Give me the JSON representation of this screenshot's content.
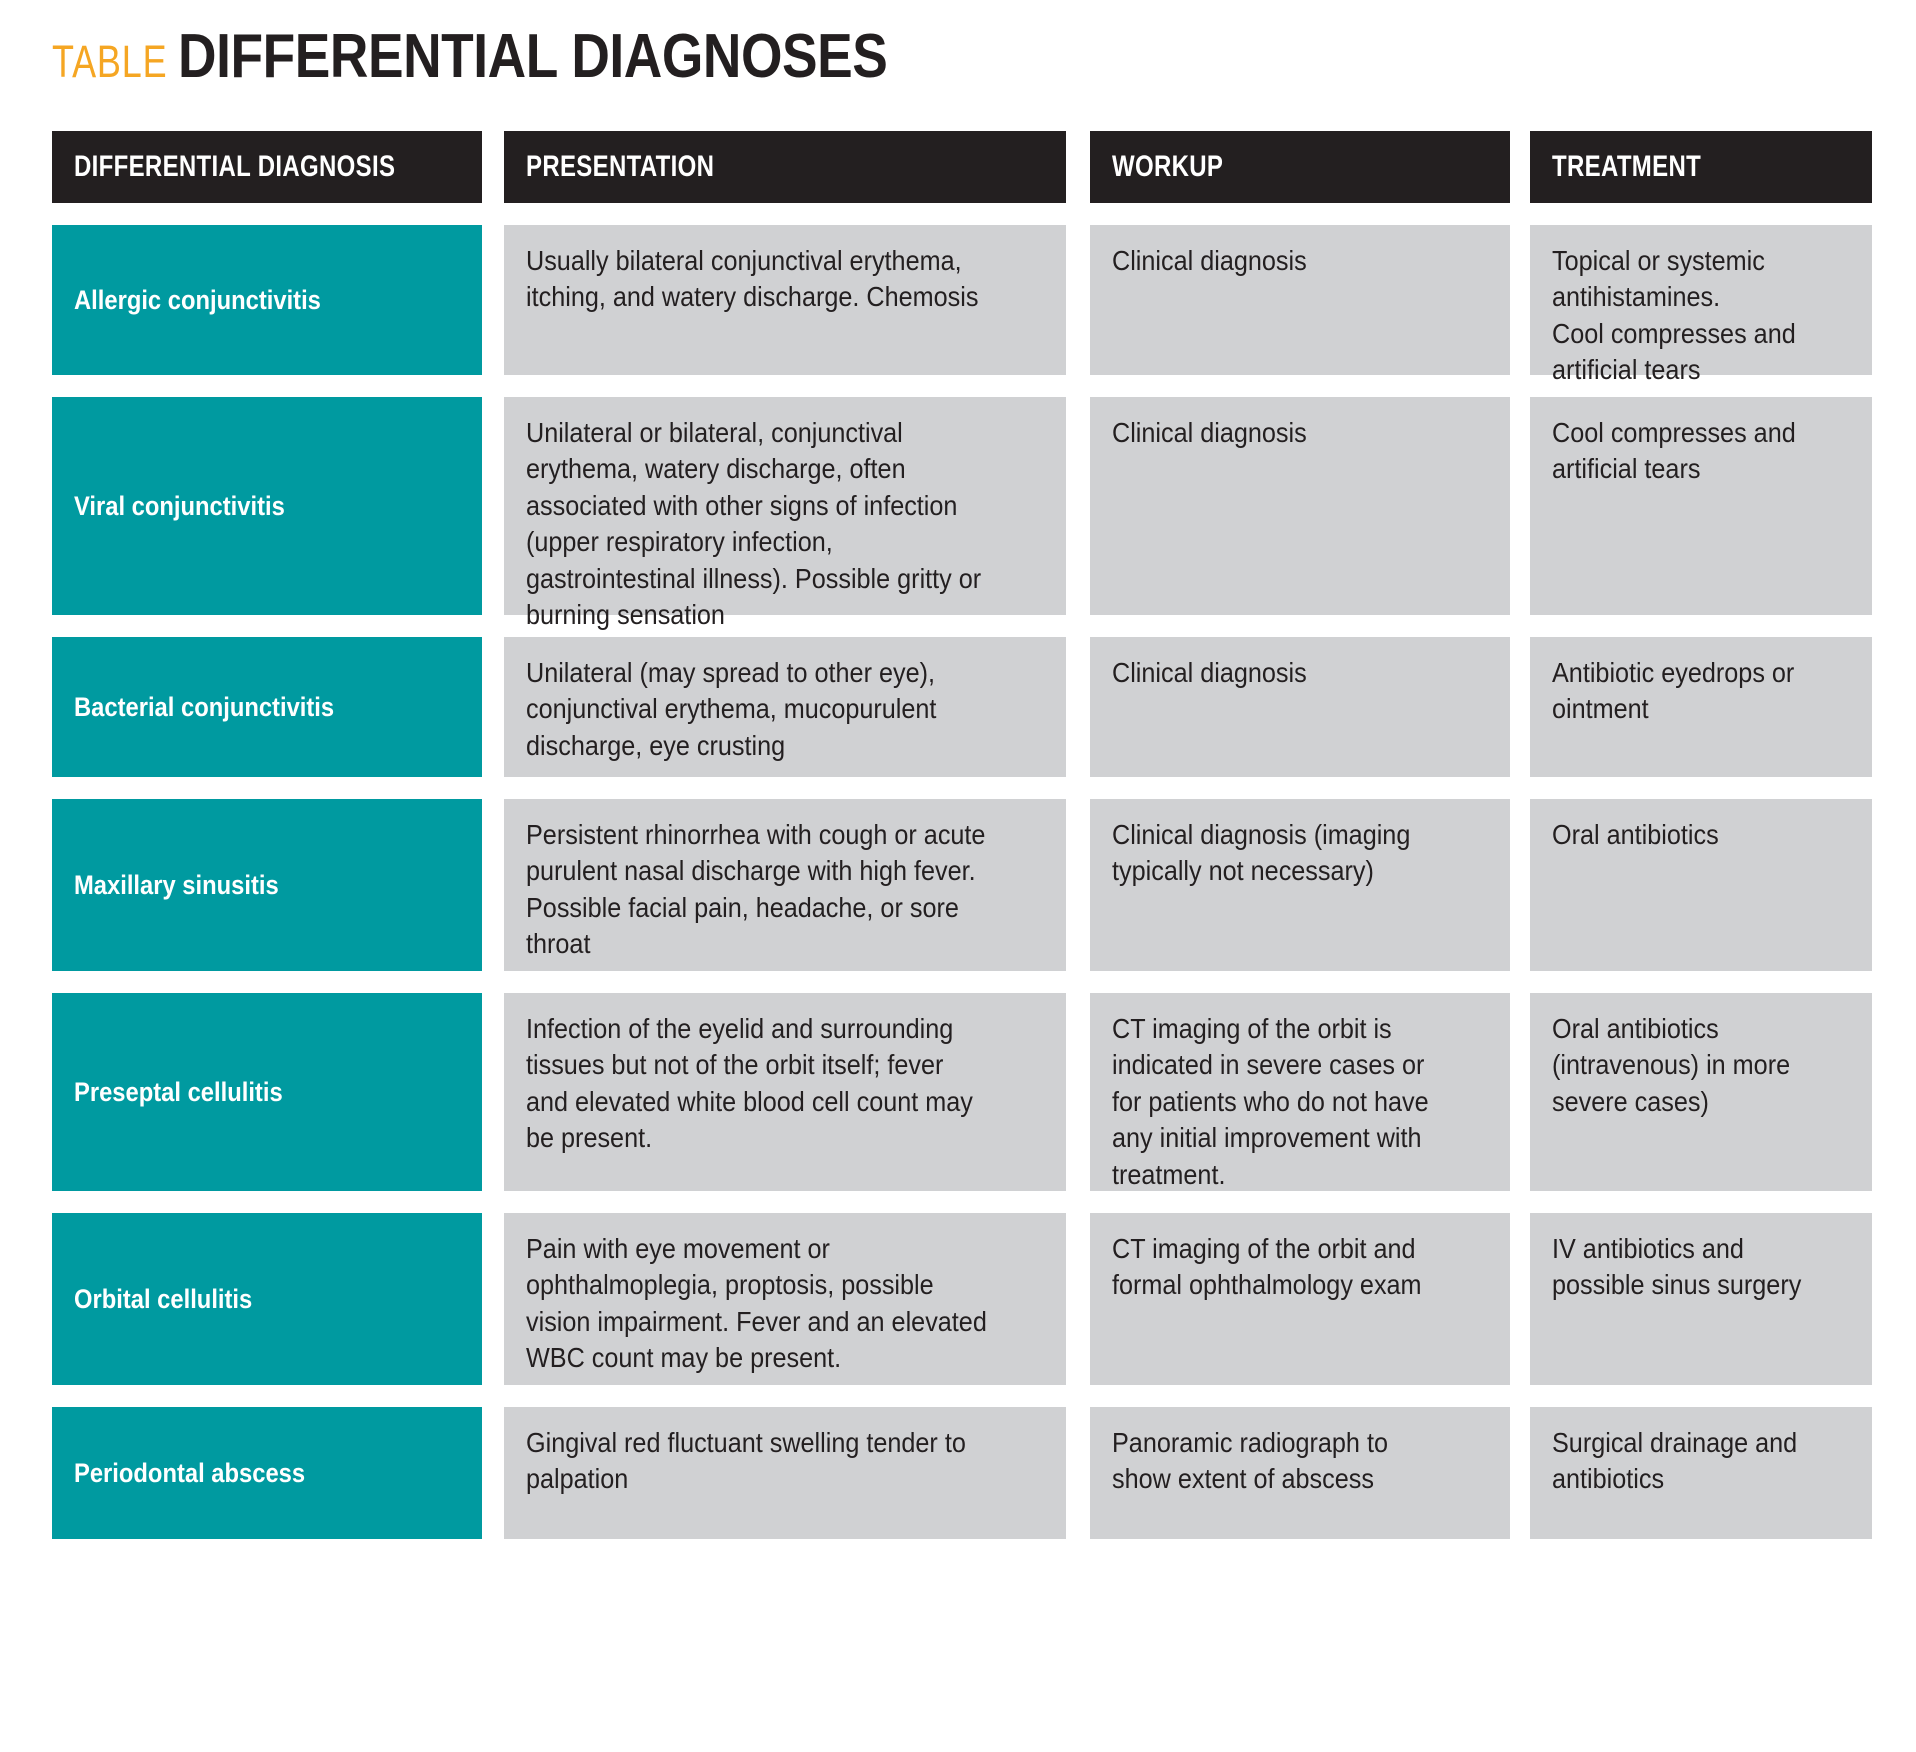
{
  "title": {
    "kicker": "TABLE",
    "main": "DIFFERENTIAL DIAGNOSES",
    "kicker_color": "#F5A623",
    "main_color": "#231F20"
  },
  "colors": {
    "header_bg": "#231F20",
    "diagnosis_bg": "#009AA0",
    "cell_bg": "#D0D1D3",
    "text": "#231F20",
    "header_text": "#FFFFFF",
    "page_bg": "#FFFFFF"
  },
  "table": {
    "columns": [
      {
        "key": "diagnosis",
        "label": "DIFFERENTIAL DIAGNOSIS"
      },
      {
        "key": "presentation",
        "label": "PRESENTATION"
      },
      {
        "key": "workup",
        "label": "WORKUP"
      },
      {
        "key": "treatment",
        "label": "TREATMENT"
      }
    ],
    "rows": [
      {
        "diagnosis": "Allergic conjunctivitis",
        "presentation": "Usually bilateral conjunctival erythema, itching, and watery discharge. Chemosis",
        "workup": "Clinical diagnosis",
        "treatment": "Topical or systemic antihistamines.\nCool compresses and artificial tears"
      },
      {
        "diagnosis": "Viral conjunctivitis",
        "presentation": "Unilateral or bilateral, conjunctival erythema, watery discharge, often associated with other signs of infection (upper respiratory infection, gastrointestinal illness). Possible gritty or burning sensation",
        "workup": "Clinical diagnosis",
        "treatment": "Cool compresses and artificial tears"
      },
      {
        "diagnosis": "Bacterial conjunctivitis",
        "presentation": "Unilateral (may spread to other eye), conjunctival erythema, mucopurulent discharge, eye crusting",
        "workup": "Clinical diagnosis",
        "treatment": "Antibiotic eyedrops or ointment"
      },
      {
        "diagnosis": "Maxillary sinusitis",
        "presentation": "Persistent rhinorrhea with cough or acute purulent nasal discharge with high fever. Possible facial pain, headache, or sore throat",
        "workup": "Clinical diagnosis (imaging typically not necessary)",
        "treatment": "Oral antibiotics"
      },
      {
        "diagnosis": "Preseptal cellulitis",
        "presentation": "Infection of the eyelid and surrounding tissues but not of the orbit itself; fever and elevated white blood cell count may be present.",
        "workup": "CT imaging of the orbit is indicated in severe cases or for patients who do not have any initial improvement with treatment.",
        "treatment": "Oral antibiotics (intravenous) in more severe cases)"
      },
      {
        "diagnosis": "Orbital cellulitis",
        "presentation": "Pain with eye movement or ophthalmoplegia, proptosis, possible vision impairment. Fever and an elevated WBC count may be present.",
        "workup": "CT imaging of the orbit and formal ophthalmology exam",
        "treatment": "IV antibiotics and possible sinus surgery"
      },
      {
        "diagnosis": "Periodontal abscess",
        "presentation": "Gingival red fluctuant swelling tender to palpation",
        "workup": "Panoramic radiograph to show extent of abscess",
        "treatment": "Surgical drainage and antibiotics"
      }
    ]
  }
}
